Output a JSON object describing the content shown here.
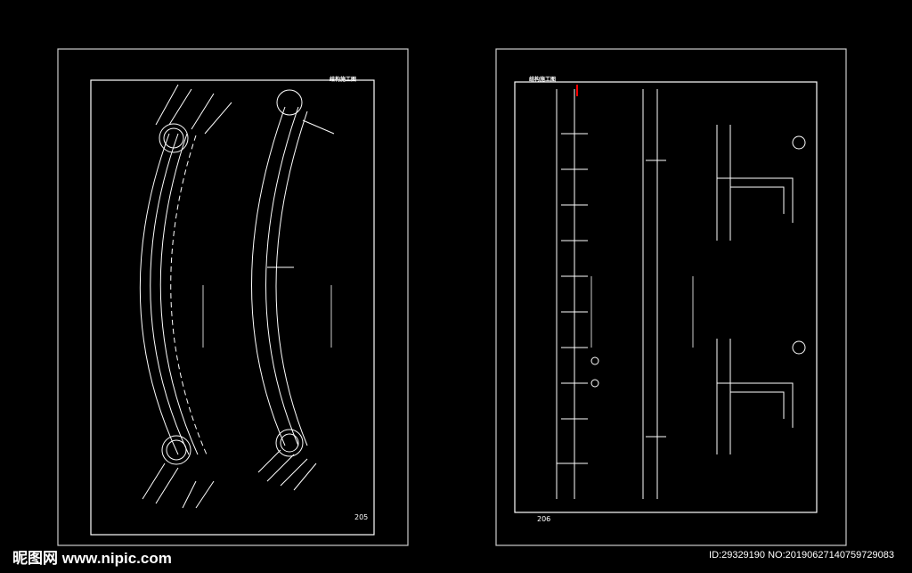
{
  "sheets": [
    {
      "title": "结构施工图",
      "page_number": "205"
    },
    {
      "title": "结构施工图",
      "page_number": "206"
    }
  ],
  "watermark": {
    "logo_text": "昵图网 www.nipic.com",
    "id_text": "ID:29329190 NO:20190627140759729083"
  },
  "colors": {
    "background": "#000000",
    "lines": "#ffffff",
    "accent": "#ff0000"
  }
}
